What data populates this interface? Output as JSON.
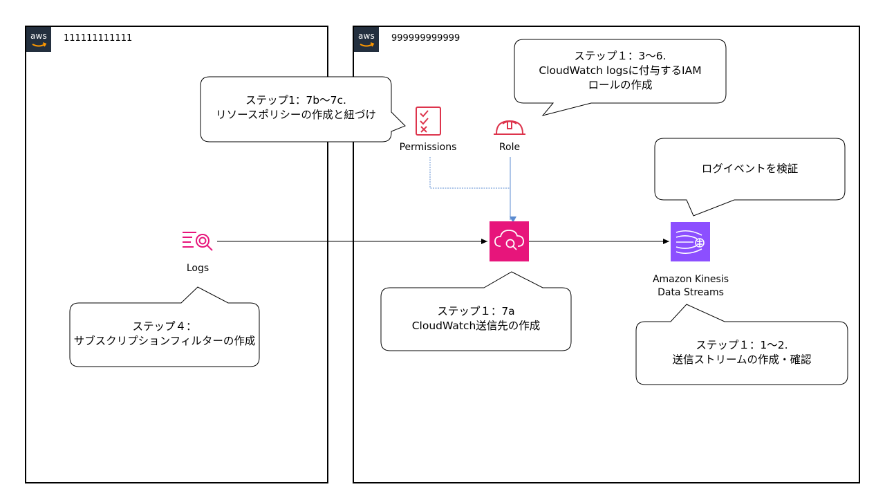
{
  "accounts": [
    {
      "logo": "aws",
      "id": "111111111111"
    },
    {
      "logo": "aws",
      "id": "999999999999"
    }
  ],
  "icons": {
    "logs": {
      "label": "Logs",
      "icon": "cloudwatch-logs-icon",
      "color": "#e7157b"
    },
    "permissions": {
      "label": "Permissions",
      "icon": "permissions-checklist-icon",
      "color": "#dd344c"
    },
    "role": {
      "label": "Role",
      "icon": "iam-role-helmet-icon",
      "color": "#dd344c"
    },
    "cloudwatch": {
      "icon": "cloudwatch-icon",
      "color": "#e7157b"
    },
    "kinesis": {
      "label_line1": "Amazon Kinesis",
      "label_line2": "Data Streams",
      "icon": "kinesis-data-streams-icon",
      "color": "#8c4fff"
    }
  },
  "callouts": {
    "policy": {
      "line1": "ステップ1：7b～7c.",
      "line2": "リソースポリシーの作成と紐づけ"
    },
    "iam_role": {
      "line1": "ステップ１：3～6.",
      "line2": "CloudWatch logsに付与するIAM",
      "line3": "ロールの作成"
    },
    "verify": {
      "line1": "ログイベントを検証"
    },
    "subscription": {
      "line1": "ステップ４：",
      "line2": "サブスクリプションフィルターの作成"
    },
    "destination": {
      "line1": "ステップ１：7a",
      "line2": "CloudWatch送信先の作成"
    },
    "stream": {
      "line1": "ステップ１：1～2.",
      "line2": "送信ストリームの作成・確認"
    }
  },
  "colors": {
    "connector_blue": "#5b8bd0",
    "connector_black": "#000000"
  }
}
